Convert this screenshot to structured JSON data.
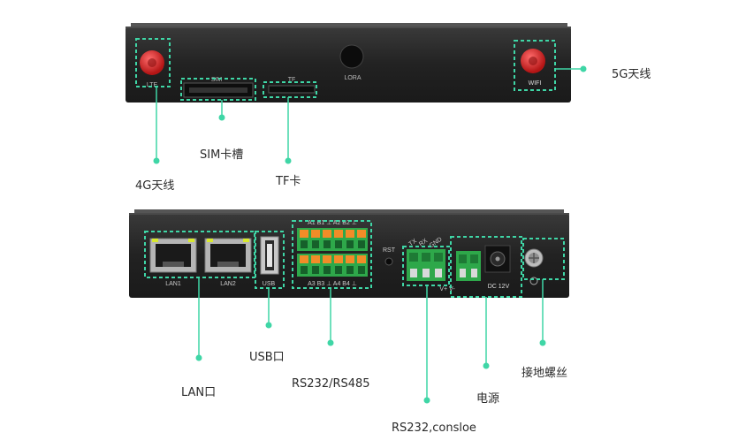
{
  "front_panel": {
    "antenna_4g_label": "LTE",
    "sim_label": "SIM",
    "tf_label": "TF",
    "lora_label": "LORA",
    "wifi_label": "WIFI"
  },
  "back_panel": {
    "lan1_label": "LAN1",
    "lan2_label": "LAN2",
    "usb_label": "USB",
    "terminal_top_label": "A1 B1 ⊥ A2 B2 ⊥",
    "terminal_bottom_label": "A3 B3 ⊥ A4 B4 ⊥",
    "rst_label": "RST",
    "tx_label": "TX",
    "rx_label": "RX",
    "gnd_label": "GND",
    "power_pins_label": "V+ V-",
    "dc_label": "DC 12V"
  },
  "callouts": {
    "antenna_5g": "5G天线",
    "sim_slot": "SIM卡槽",
    "antenna_4g": "4G天线",
    "tf_card": "TF卡",
    "usb_port": "USB口",
    "lan_port": "LAN口",
    "rs232_rs485": "RS232/RS485",
    "power": "电源",
    "ground_screw": "接地螺丝",
    "rs232_console": "RS232,consloe"
  },
  "colors": {
    "accent": "#3fd6a6",
    "panel": "#262626",
    "antenna": "#d42a2a",
    "terminal_green": "#2ea84a",
    "terminal_orange": "#f28c28"
  }
}
